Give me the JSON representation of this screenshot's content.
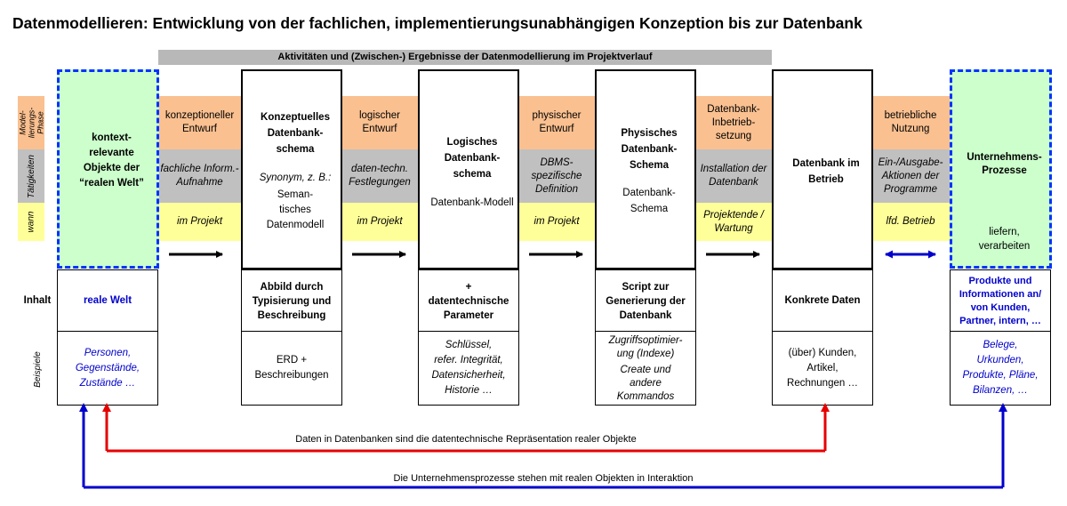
{
  "title": "Datenmodellieren: Entwicklung von der fachlichen, implementierungsunabhängigen Konzeption bis zur Datenbank",
  "banner": "Aktivitäten und (Zwischen-) Ergebnisse der Datenmodellierung im Projektverlauf",
  "row_labels": {
    "phase": "Model-\nlierungs-\nPhase",
    "activities": "Tätigkeiten",
    "when": "wann",
    "content": "Inhalt",
    "examples": "Beispiele"
  },
  "transitions": [
    {
      "phase": "konzeptioneller\nEntwurf",
      "activity": "fachliche Inform.-\nAufnahme",
      "when": "im Projekt"
    },
    {
      "phase": "logischer\nEntwurf",
      "activity": "daten-techn.\nFestlegungen",
      "when": "im Projekt"
    },
    {
      "phase": "physischer\nEntwurf",
      "activity": "DBMS-\nspezifische\nDefinition",
      "when": "im Projekt"
    },
    {
      "phase": "Datenbank-\nInbetrieb-\nsetzung",
      "activity": "Installation der\nDatenbank",
      "when": "Projektende /\nWartung"
    },
    {
      "phase": "betriebliche\nNutzung",
      "activity": "Ein-/Ausgabe-\nAktionen der\nProgramme",
      "when": "lfd. Betrieb"
    }
  ],
  "columns": {
    "real_world": {
      "title": "kontext-\nrelevante\nObjekte der\n“realen Welt”",
      "content": "reale Welt",
      "examples": "Personen,\nGegenstände,\nZustände …"
    },
    "conceptual": {
      "title": "Konzeptuelles\nDatenbank-\nschema",
      "subtitle": "Synonym, z. B.:",
      "subtext": "Seman-\ntisches\nDatenmodell",
      "content": "Abbild durch\nTypisierung und\nBeschreibung",
      "examples": "ERD +\nBeschreibungen"
    },
    "logical": {
      "title": "Logisches\nDatenbank-\nschema",
      "subtext": "Datenbank-Modell",
      "content": "+\ndatentechnische\nParameter",
      "examples": "Schlüssel,\nrefer. Integrität,\nDatensicherheit,\nHistorie …"
    },
    "physical": {
      "title": "Physisches\nDatenbank-\nSchema",
      "subtext": "Datenbank-\nSchema",
      "content": "Script zur\nGenerierung der\nDatenbank",
      "examples_a": "Zugriffsoptimier-\nung (Indexe)",
      "examples_b": "Create und\nandere\nKommandos"
    },
    "operation": {
      "title": "Datenbank im\nBetrieb",
      "content": "Konkrete Daten",
      "examples": "(über) Kunden,\nArtikel,\nRechnungen …"
    },
    "business": {
      "title": "Unternehmens-\nProzesse",
      "subtext": "liefern,\nverarbeiten",
      "content": "Produkte und\nInformationen an/\nvon Kunden,\nPartner, intern, …",
      "examples": "Belege,\nUrkunden,\nProdukte, Pläne,\nBilanzen, …"
    }
  },
  "red_arrow_label": "Daten in Datenbanken sind die datentechnische Repräsentation realer Objekte",
  "blue_arrow_label": "Die Unternehmensprozesse stehen mit realen Objekten in Interaktion",
  "colors": {
    "phase_band": "#fac090",
    "activity_band": "#c0c0c0",
    "when_band": "#ffff99",
    "real_box_fill": "#ccffcc",
    "dashed_border": "#0033ff",
    "red_arrow": "#e60000",
    "blue_arrow": "#0000cc"
  }
}
